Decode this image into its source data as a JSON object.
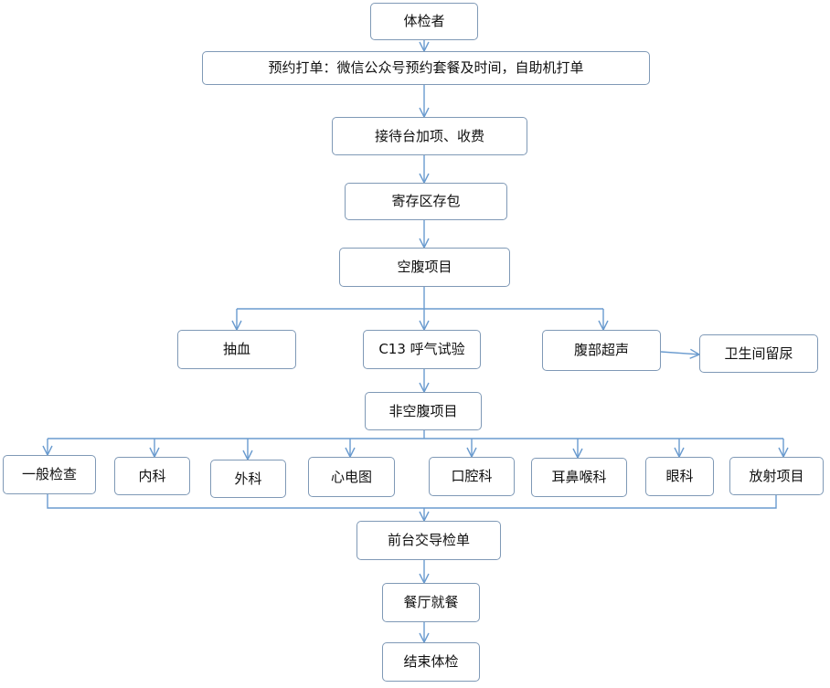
{
  "colors": {
    "border": "#7f99b6",
    "connector": "#6a9bcf",
    "text": "#111111",
    "background": "#ffffff"
  },
  "flow": {
    "examinee": "体检者",
    "booking": "预约打单：微信公众号预约套餐及时间，自助机打单",
    "reception": "接待台加项、收费",
    "storage": "寄存区存包",
    "fasting": "空腹项目",
    "fasting_items": {
      "blood_draw": "抽血",
      "c13_breath_test": "C13 呼气试验",
      "abdominal_ultrasound": "腹部超声",
      "restroom_urine": "卫生间留尿"
    },
    "non_fasting": "非空腹项目",
    "non_fasting_items": {
      "general_exam": "一般检查",
      "internal_medicine": "内科",
      "surgery": "外科",
      "ecg": "心电图",
      "dental": "口腔科",
      "ent": "耳鼻喉科",
      "ophthalmology": "眼科",
      "radiology": "放射项目"
    },
    "submit_form": "前台交导检单",
    "meal": "餐厅就餐",
    "finish": "结束体检"
  }
}
